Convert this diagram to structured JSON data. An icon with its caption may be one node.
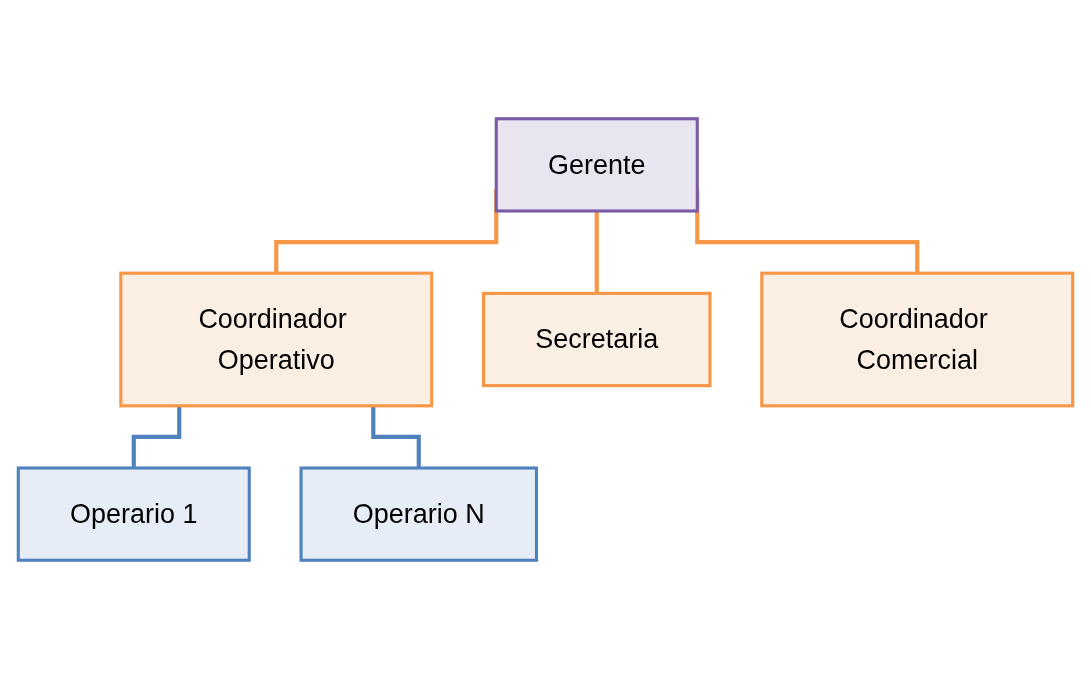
{
  "diagram": {
    "nodes": [
      {
        "text": [
          "Gerente"
        ]
      },
      {
        "text": [
          "Coordinador Operativo"
        ]
      },
      {
        "text": [
          "Secretaria"
        ]
      },
      {
        "text": [
          "Coordinador Comercial"
        ]
      },
      {
        "text": [
          "Operario 1"
        ]
      },
      {
        "text": [
          "Operario N"
        ]
      }
    ],
    "edges": [
      {
        "from": 0,
        "to": 1,
        "arrow": "none"
      },
      {
        "from": 0,
        "to": 2,
        "arrow": "none"
      },
      {
        "from": 0,
        "to": 3,
        "arrow": "none"
      },
      {
        "from": 1,
        "to": 4,
        "arrow": "none",
        "color": "#4f81bd"
      },
      {
        "from": 1,
        "to": 5,
        "arrow": "none",
        "color": "#4f81bd"
      }
    ]
  }
}
